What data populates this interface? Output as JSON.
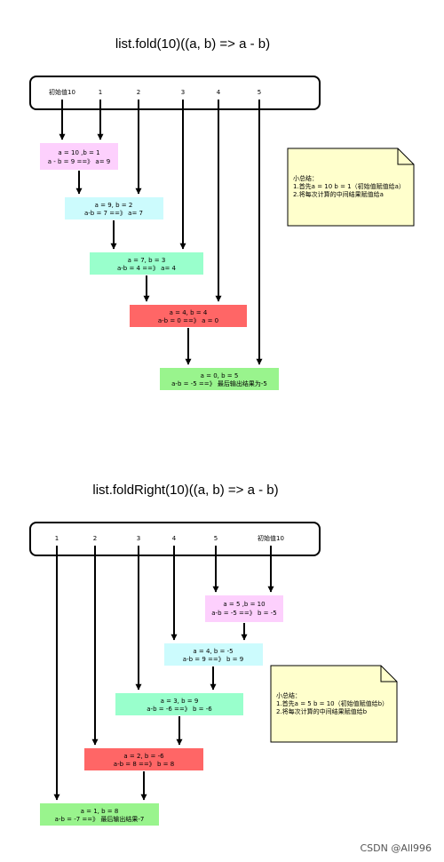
{
  "fold": {
    "title": "list.fold(10)((a, b) => a - b)",
    "inputs": [
      "初始值10",
      "1",
      "2",
      "3",
      "4",
      "5"
    ],
    "steps": [
      [
        "a = 10 ,b = 1",
        "a - b = 9 ==》 a= 9"
      ],
      [
        "a = 9,  b = 2",
        "a-b = 7 ==》 a= 7"
      ],
      [
        "a = 7,  b = 3",
        "a-b = 4 ==》 a= 4"
      ],
      [
        "a = 4,  b = 4",
        "a-b = 0 ==》 a = 0"
      ],
      [
        "a = 0,  b = 5",
        "a-b = -5 ==》 最后输出结果为-5"
      ]
    ],
    "step_colors": [
      "#fdd0fd",
      "#ccfbfd",
      "#99ffcc",
      "#ff6666",
      "#99f48d"
    ],
    "note": [
      "小总结：",
      "1.首先a = 10  b = 1（初始值赋值给a）",
      "2.将每次计算的中间结果赋值给a"
    ]
  },
  "foldRight": {
    "title": "list.foldRight(10)((a, b) => a - b)",
    "inputs": [
      "1",
      "2",
      "3",
      "4",
      "5",
      "初始值10"
    ],
    "steps": [
      [
        "a = 5 ,b = 10",
        "a-b = -5 ==》 b = -5"
      ],
      [
        "a = 4,  b = -5",
        "a-b = 9 ==》 b = 9"
      ],
      [
        "a = 3,  b = 9",
        "a-b = -6 ==》 b = -6"
      ],
      [
        "a = 2,  b = -6",
        "a-b = 8 ==》 b = 8"
      ],
      [
        "a = 1,  b = 8",
        "a-b = -7 ==》 最后输出结果-7"
      ]
    ],
    "step_colors": [
      "#fdd0fd",
      "#ccfbfd",
      "#99ffcc",
      "#ff6666",
      "#99f48d"
    ],
    "note": [
      "小总结：",
      "1.首先a = 5  b = 10（初始值赋值给b）",
      "2.将每次计算的中间结果赋值给b"
    ]
  },
  "watermark": "CSDN @All996"
}
